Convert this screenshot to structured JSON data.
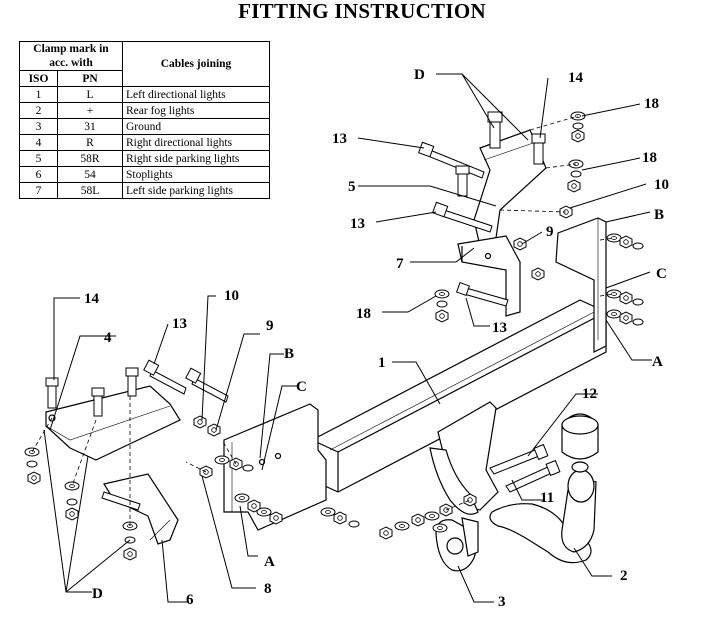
{
  "title": "FITTING INSTRUCTION",
  "table": {
    "header_clamp": "Clamp mark in acc. with",
    "header_iso": "ISO",
    "header_pn": "PN",
    "header_cables": "Cables joining",
    "rows": [
      {
        "iso": "1",
        "pn": "L",
        "desc": "Left directional lights"
      },
      {
        "iso": "2",
        "pn": "+",
        "desc": "Rear fog lights"
      },
      {
        "iso": "3",
        "pn": "31",
        "desc": "Ground"
      },
      {
        "iso": "4",
        "pn": "R",
        "desc": "Right directional lights"
      },
      {
        "iso": "5",
        "pn": "58R",
        "desc": "Right side parking lights"
      },
      {
        "iso": "6",
        "pn": "54",
        "desc": "Stoplights"
      },
      {
        "iso": "7",
        "pn": "58L",
        "desc": "Left side parking lights"
      }
    ]
  },
  "callouts": {
    "d_top": "D",
    "n14_top": "14",
    "n18_a": "18",
    "n13_a": "13",
    "n18_b": "18",
    "n5": "5",
    "n10_right": "10",
    "n13_b": "13",
    "b_right": "B",
    "n9_right": "9",
    "n7": "7",
    "c_right": "C",
    "n18_c": "18",
    "n13_c": "13",
    "a_right": "A",
    "n14_left": "14",
    "n10_left": "10",
    "n4": "4",
    "n13_left": "13",
    "n9_left": "9",
    "b_left": "B",
    "n1": "1",
    "c_left": "C",
    "n12": "12",
    "n11": "11",
    "a_left": "A",
    "n8": "8",
    "n6": "6",
    "d_bottom": "D",
    "n3": "3",
    "n2": "2"
  }
}
